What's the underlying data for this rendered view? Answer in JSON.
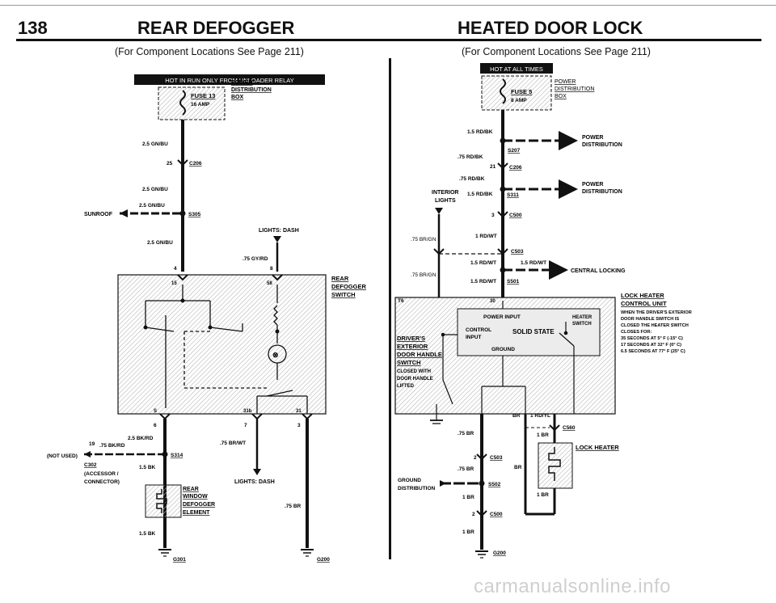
{
  "page": {
    "number": "138",
    "left_title": "REAR DEFOGGER",
    "right_title": "HEATED DOOR LOCK",
    "left_subtitle": "(For Component Locations See Page 211)",
    "right_subtitle": "(For Component Locations See Page 211)",
    "watermark": "carmanualsonline.info"
  },
  "rear_defogger": {
    "hot_banner": "HOT IN RUN ONLY FROM UNLOADER RELAY",
    "fuse_name": "FUSE 13",
    "fuse_rating": "16 AMP",
    "pdb_1": "POWER",
    "pdb_2": "DISTRIBUTION",
    "pdb_3": "BOX",
    "w1": "2.5 GN/BU",
    "c206_pin": "25",
    "c206": "C206",
    "w2": "2.5 GN/BU",
    "w3": "2.5 GN/BU",
    "sunroof": "SUNROOF",
    "s305": "S305",
    "w4": "2.5 GN/BU",
    "lights_dash_top": "LIGHTS: DASH",
    "w5": ".75 GY/RD",
    "pin_4": "4",
    "pin_8": "8",
    "pin_15": "15",
    "pin_58": "58",
    "switch_1": "REAR",
    "switch_2": "DEFOGGER",
    "switch_3": "SWITCH",
    "pin_s": "S",
    "pin_6": "6",
    "pin_31b": "31b",
    "pin_7": "7",
    "pin_31": "31",
    "pin_3": "3",
    "w6": "2.5 BK/RD",
    "c302_pin": "19",
    "w7": ".75 BK/RD",
    "s314": "S314",
    "not_used": "(NOT USED)",
    "c302": "C302",
    "c302_note_1": "(ACCESSOR /",
    "c302_note_2": "CONNECTOR)",
    "w8": "1.5 BK",
    "w9": ".75 BR/WT",
    "lights_dash_bottom": "LIGHTS: DASH",
    "element_1": "REAR",
    "element_2": "WINDOW",
    "element_3": "DEFOGGER",
    "element_4": "ELEMENT",
    "w10": ".75 BR",
    "w11": "1.5 BK",
    "g301": "G301",
    "g200": "G200"
  },
  "heated_door_lock": {
    "hot_banner": "HOT AT ALL TIMES",
    "fuse_name": "FUSE 5",
    "fuse_rating": "8 AMP",
    "pdb_1": "POWER",
    "pdb_2": "DISTRIBUTION",
    "pdb_3": "BOX",
    "w1": "1.5 RD/BK",
    "pd1_1": "POWER",
    "pd1_2": "DISTRIBUTION",
    "s207": "S207",
    "w2": ".75 RD/BK",
    "c206_pin": "21",
    "c206": "C206",
    "w3": ".75 RD/BK",
    "pd2_1": "POWER",
    "pd2_2": "DISTRIBUTION",
    "interior_1": "INTERIOR",
    "interior_2": "LIGHTS",
    "w4": "1.5 RD/BK",
    "s311": "S311",
    "c500_pin": "3",
    "c500": "C500",
    "w5": ".75 BR/GN",
    "w6": "1 RD/WT",
    "c503": "C503",
    "w7": "1.5 RD/WT",
    "w8": "1.5 RD/WT",
    "central_locking": "CENTRAL LOCKING",
    "w9": ".75 BR/GN",
    "w10": "1.5 RD/WT",
    "s501": "S501",
    "unit_1": "LOCK HEATER",
    "unit_2": "CONTROL UNIT",
    "unit_desc_1": "WHEN THE DRIVER'S EXTERIOR",
    "unit_desc_2": "DOOR HANDLE SWITCH IS",
    "unit_desc_3": "CLOSED THE HEATER SWITCH",
    "unit_desc_4": "CLOSES FOR:",
    "unit_desc_5": "35 SECONDS AT 5° F (-15° C)",
    "unit_desc_6": "17 SECONDS AT 32° F (0° C)",
    "unit_desc_7": "6.5 SECONDS AT 77° F (25° C)",
    "pin_t6": "T6",
    "pin_30": "30",
    "power_input": "POWER INPUT",
    "heater_switch_1": "HEATER",
    "heater_switch_2": "SWITCH",
    "control_input_1": "CONTROL",
    "control_input_2": "INPUT",
    "solid_state": "SOLID STATE",
    "ground_label": "GROUND",
    "drivers_1": "DRIVER'S",
    "drivers_2": "EXTERIOR",
    "drivers_3": "DOOR HANDLE",
    "drivers_4": "SWITCH",
    "drivers_5": "CLOSED WITH",
    "drivers_6": "DOOR HANDLE",
    "drivers_7": "LIFTED",
    "pin_br": "BR",
    "w11": "1 RD/YL",
    "c560": "C560",
    "w12": ".75 BR",
    "w13": "1 BR",
    "lock_heater": "LOCK HEATER",
    "c503_pin": "2",
    "c503b": "C503",
    "w14": ".75 BR",
    "w15": "BR",
    "ground_dist_1": "GROUND",
    "ground_dist_2": "DISTRIBUTION",
    "s502": "S502",
    "w16": "1 BR",
    "w17": "1 BR",
    "c500b_pin": "2",
    "c500b": "C500",
    "w18": "1 BR",
    "g200": "G200"
  }
}
